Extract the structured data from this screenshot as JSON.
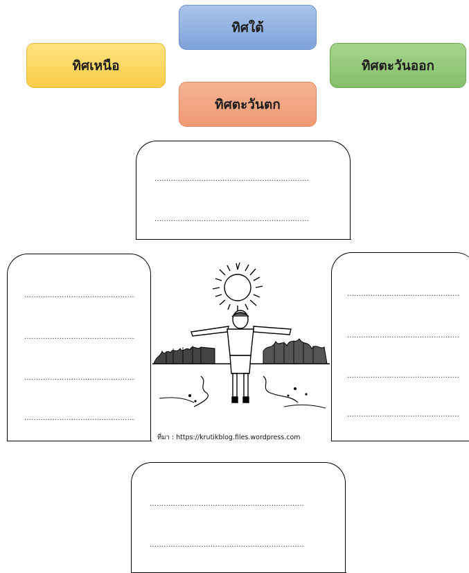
{
  "labels": {
    "south": "ทิศใต้",
    "north": "ทิศเหนือ",
    "east": "ทิศตะวันออก",
    "west": "ทิศตะวันตก"
  },
  "answer_line": "..................................................................",
  "credit": "ที่มา : https://krutikblog.files.wordpress.com",
  "colors": {
    "south": "#8eb0e0",
    "north": "#fbd35c",
    "east": "#94c97a",
    "west": "#f2a582"
  },
  "illustration": "boy-facing-sun-arms-outstretched"
}
